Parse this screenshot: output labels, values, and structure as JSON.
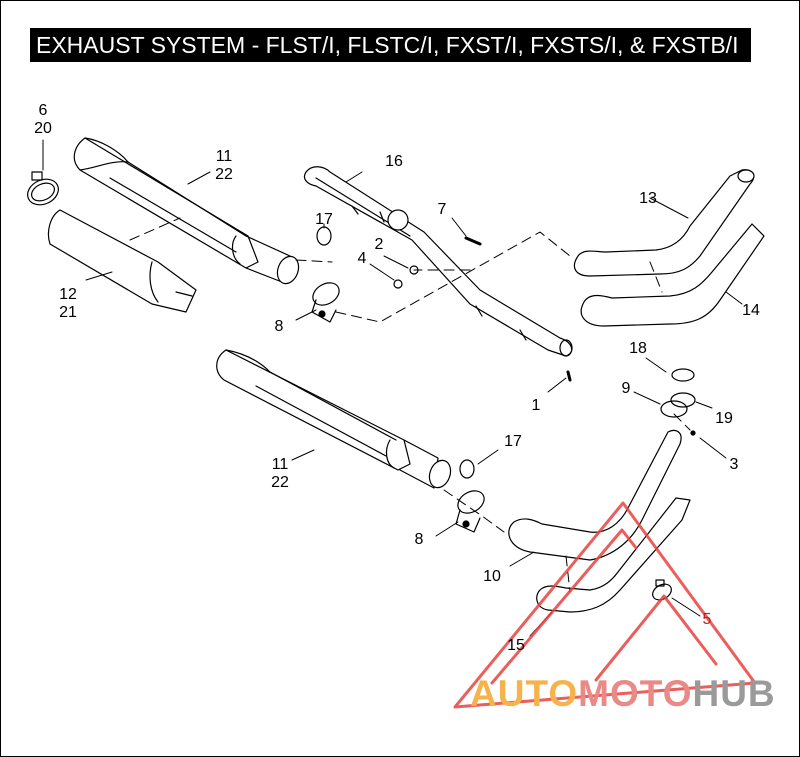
{
  "title": "EXHAUST SYSTEM - FLST/I, FLSTC/I, FXST/I, FXSTS/I, & FXSTB/I",
  "callouts": {
    "c1": "1",
    "c2": "2",
    "c3": "3",
    "c4": "4",
    "c5": "5",
    "c6": "6",
    "c20": "20",
    "c7": "7",
    "c8a": "8",
    "c8b": "8",
    "c9": "9",
    "c10": "10",
    "c11a": "11",
    "c22a": "22",
    "c11b": "11",
    "c22b": "22",
    "c12": "12",
    "c21": "21",
    "c13": "13",
    "c14": "14",
    "c15": "15",
    "c16": "16",
    "c17a": "17",
    "c17b": "17",
    "c18": "18",
    "c19": "19"
  },
  "watermark": {
    "part1": "AUTO",
    "part2": "MOTO",
    "part3": "HUB",
    "colors": {
      "auto": "#f6b34c",
      "moto": "#e98a86",
      "hub": "#9a9a9a",
      "triangle": "#e8433f"
    }
  }
}
